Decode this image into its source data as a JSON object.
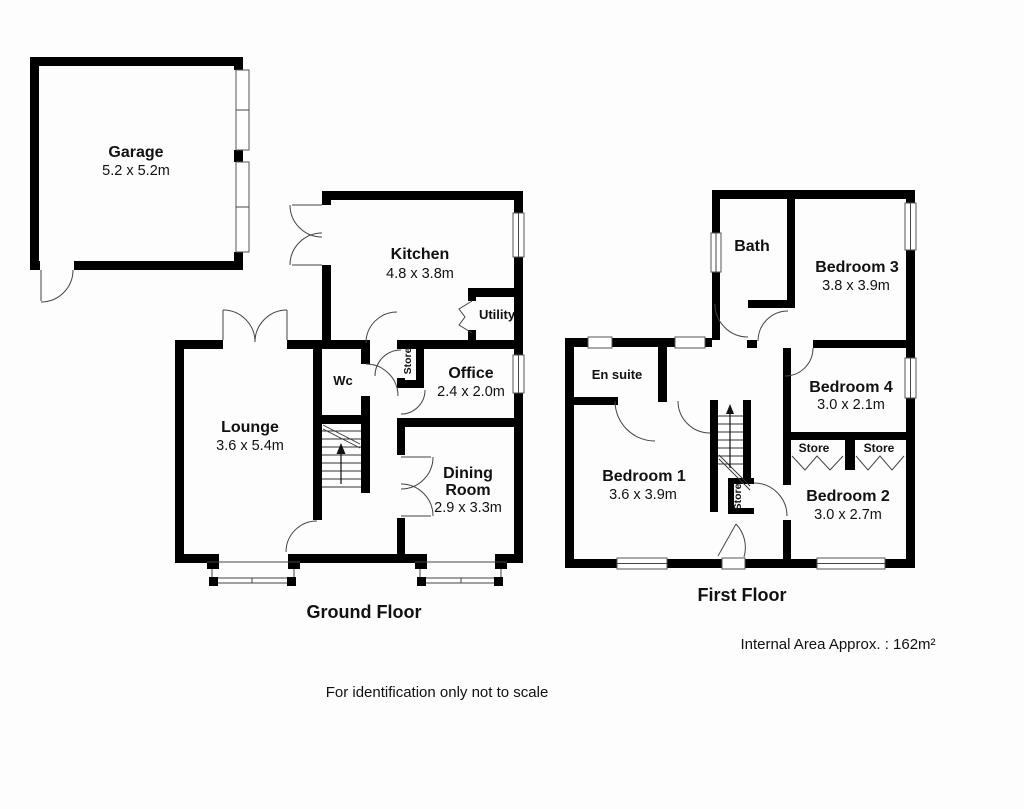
{
  "garage": {
    "name": "Garage",
    "dims": "5.2 x 5.2m"
  },
  "ground_floor": {
    "label": "Ground Floor",
    "rooms": {
      "kitchen": {
        "name": "Kitchen",
        "dims": "4.8 x 3.8m"
      },
      "utility": {
        "name": "Utility"
      },
      "office": {
        "name": "Office",
        "dims": "2.4 x 2.0m"
      },
      "wc": {
        "name": "Wc"
      },
      "store": {
        "name": "Store"
      },
      "lounge": {
        "name": "Lounge",
        "dims": "3.6 x 5.4m"
      },
      "dining": {
        "name_lines": [
          "Dining",
          "Room"
        ],
        "dims": "2.9 x 3.3m"
      }
    }
  },
  "first_floor": {
    "label": "First Floor",
    "rooms": {
      "bath": {
        "name": "Bath"
      },
      "bedroom3": {
        "name": "Bedroom 3",
        "dims": "3.8 x 3.9m"
      },
      "bedroom4": {
        "name": "Bedroom 4",
        "dims": "3.0 x 2.1m"
      },
      "bedroom1": {
        "name": "Bedroom 1",
        "dims": "3.6 x 3.9m"
      },
      "bedroom2": {
        "name": "Bedroom 2",
        "dims": "3.0 x 2.7m"
      },
      "ensuite": {
        "name": "En suite"
      },
      "store_left": {
        "name": "Store"
      },
      "store_right": {
        "name": "Store"
      },
      "store_small": {
        "name": "Store"
      }
    }
  },
  "footer": {
    "internal_area": "Internal Area Approx. : 162m²",
    "disclaimer": "For identification only not to scale"
  },
  "colors": {
    "wall": "#000000",
    "background": "#fdfdfd",
    "line": "#444444"
  }
}
